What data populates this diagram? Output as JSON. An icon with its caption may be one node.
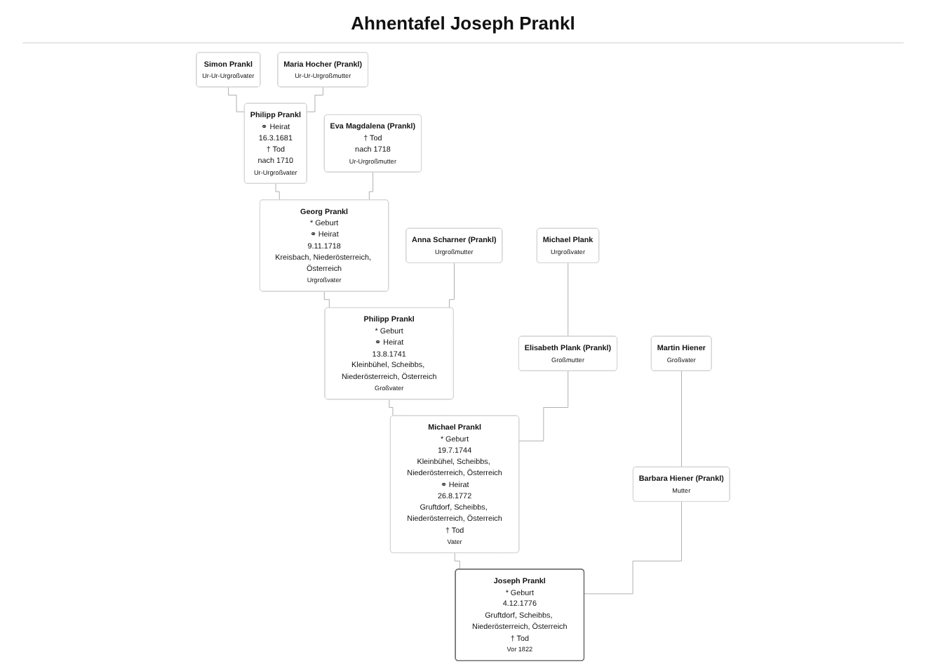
{
  "diagram": {
    "title": "Ahnentafel Joseph Prankl",
    "nodes": [
      {
        "text": [
          "Simon Prankl",
          "Ur-Ur-Urgroßvater"
        ]
      },
      {
        "text": [
          "Maria Hocher (Prankl)",
          "Ur-Ur-Urgroßmutter"
        ]
      },
      {
        "text": [
          "Philipp Prankl",
          "⚭ Heirat",
          "16.3.1681",
          "† Tod",
          "nach 1710",
          "Ur-Urgroßvater"
        ]
      },
      {
        "text": [
          "Eva Magdalena (Prankl)",
          "† Tod",
          "nach 1718",
          "Ur-Urgroßmutter"
        ]
      },
      {
        "text": [
          "Georg Prankl",
          "* Geburt",
          "⚭ Heirat",
          "9.11.1718",
          "Kreisbach, Niederösterreich, Österreich",
          "Urgroßvater"
        ]
      },
      {
        "text": [
          "Anna Scharner (Prankl)",
          "Urgroßmutter"
        ]
      },
      {
        "text": [
          "Michael Plank",
          "Urgroßvater"
        ]
      },
      {
        "text": [
          "Philipp Prankl",
          "* Geburt",
          "⚭ Heirat",
          "13.8.1741",
          "Kleinbühel, Scheibbs, Niederösterreich, Österreich",
          "Großvater"
        ]
      },
      {
        "text": [
          "Elisabeth Plank (Prankl)",
          "Großmutter"
        ]
      },
      {
        "text": [
          "Martin Hiener",
          "Großvater"
        ]
      },
      {
        "text": [
          "Michael Prankl",
          "* Geburt",
          "19.7.1744",
          "Kleinbühel, Scheibbs, Niederösterreich, Österreich",
          "⚭ Heirat",
          "26.8.1772",
          "Gruftdorf, Scheibbs, Niederösterreich, Österreich",
          "† Tod",
          "Vater"
        ]
      },
      {
        "text": [
          "Barbara Hiener (Prankl)",
          "Mutter"
        ]
      },
      {
        "text": [
          "Joseph Prankl",
          "* Geburt",
          "4.12.1776",
          "Gruftdorf, Scheibbs, Niederösterreich, Österreich",
          "† Tod",
          "Vor 1822"
        ]
      }
    ],
    "edges": [
      {
        "from": 0,
        "to": 2,
        "arrow": "none"
      },
      {
        "from": 1,
        "to": 2,
        "arrow": "none"
      },
      {
        "from": 2,
        "to": 4,
        "arrow": "none"
      },
      {
        "from": 3,
        "to": 4,
        "arrow": "none"
      },
      {
        "from": 4,
        "to": 7,
        "arrow": "none"
      },
      {
        "from": 5,
        "to": 7,
        "arrow": "none"
      },
      {
        "from": 6,
        "to": 8,
        "arrow": "none"
      },
      {
        "from": 7,
        "to": 10,
        "arrow": "none"
      },
      {
        "from": 8,
        "to": 10,
        "arrow": "none"
      },
      {
        "from": 9,
        "to": 11,
        "arrow": "none"
      },
      {
        "from": 10,
        "to": 12,
        "arrow": "none"
      },
      {
        "from": 11,
        "to": 12,
        "arrow": "none"
      }
    ]
  }
}
